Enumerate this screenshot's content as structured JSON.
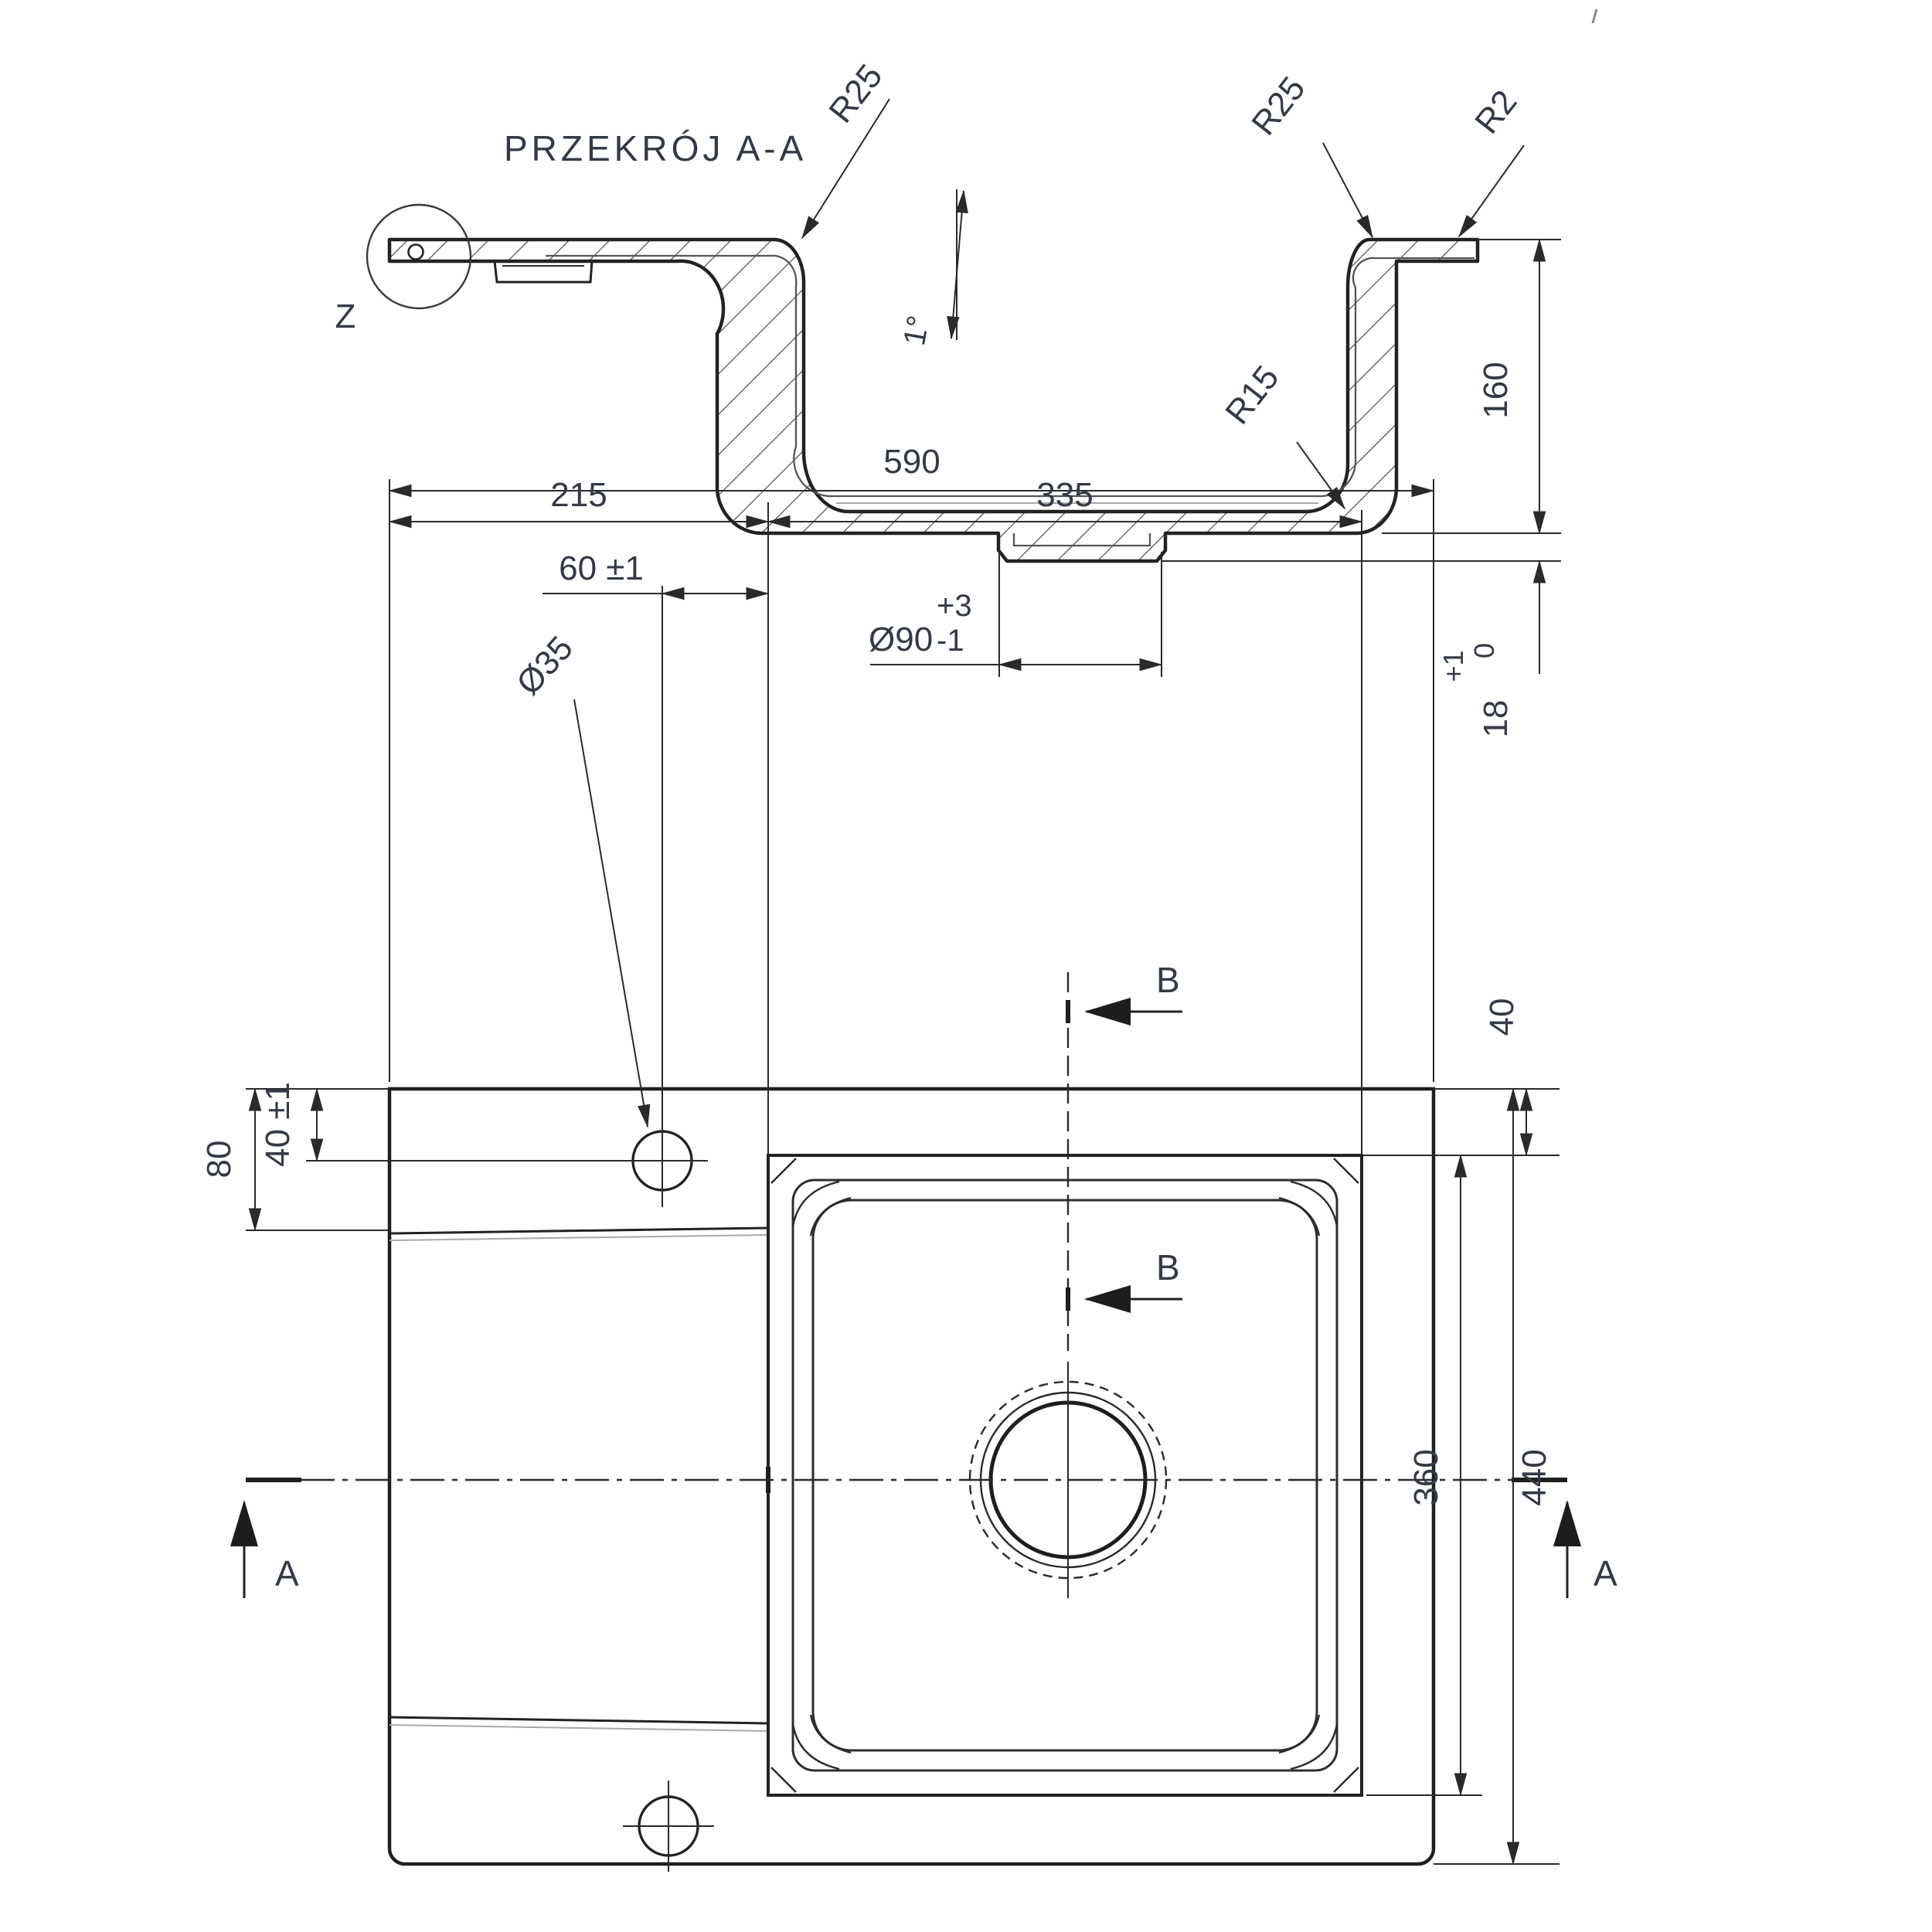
{
  "section": {
    "title": "PRZEKRÓJ A-A",
    "detail_label": "Z",
    "fillet_rim_left": "R25",
    "fillet_rim_right": "R25",
    "fillet_edge": "R2",
    "fillet_bottom": "R15",
    "wall_draft_angle": "1°",
    "depth": "160",
    "thickness_value": "18",
    "thickness_tol_plus": "+1",
    "thickness_tol_zero": "0",
    "drain_dia": "Ø90",
    "drain_tol_plus": "+3",
    "drain_tol_minus": "-1"
  },
  "plan": {
    "overall_width": "590",
    "drainer_width": "215",
    "basin_width": "335",
    "hole_offset": "60 ±1",
    "hole_dia": "Ø35",
    "hole_top_offset": "40 ±1",
    "ledge_top_offset": "80",
    "rim_margin_right": "40",
    "basin_length": "360",
    "overall_height": "440",
    "section_label_a": "A",
    "section_label_b": "B"
  }
}
